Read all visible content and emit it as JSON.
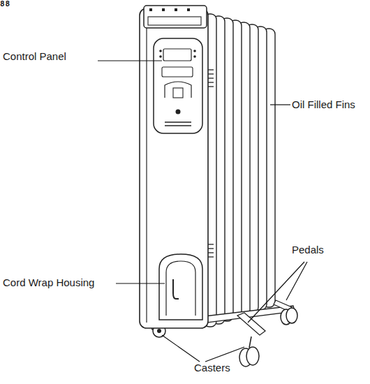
{
  "diagram": {
    "labels": [
      "Control Panel",
      "Oil Filled Fins",
      "Pedals",
      "Cord Wrap Housing",
      "Casters",
      "88"
    ]
  }
}
